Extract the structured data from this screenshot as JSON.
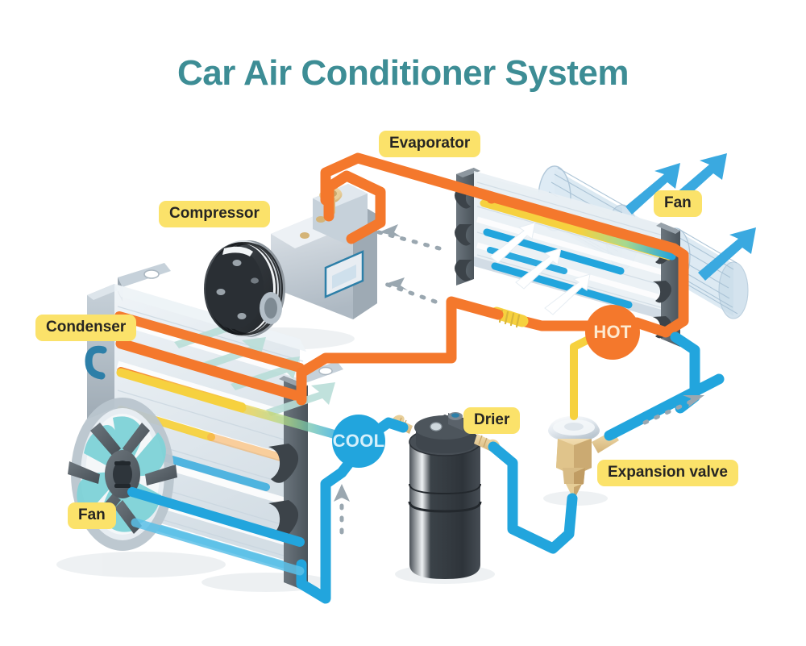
{
  "header": {
    "title": "Car Air Conditioner System",
    "title_color": "#3d8d95"
  },
  "labels": {
    "evaporator": "Evaporator",
    "compressor": "Compressor",
    "condenser": "Condenser",
    "fan_evaporator": "Fan",
    "fan_condenser": "Fan",
    "drier": "Drier",
    "expansion_valve": "Expansion valve"
  },
  "badges": {
    "hot": {
      "text": "HOT",
      "color": "#f4782c",
      "text_color": "#fde9cf"
    },
    "cool": {
      "text": "COOL",
      "color": "#22a5dd",
      "text_color": "#d6f0fb"
    }
  },
  "colors": {
    "background": "#ffffff",
    "label_fill": "#fbe26a",
    "label_text": "#262523",
    "hot_pipe": "#f4782c",
    "warm_pipe": "#f6d13f",
    "cool_pipe": "#22a5dd",
    "flow_arrow": "#8e9aa3",
    "air_arrow_blue": "#3aa9e0",
    "air_arrow_white": "#ffffff",
    "fan_blade_teal": "#7fd3d8",
    "metal_light": "#e3e9ee",
    "metal_mid": "#b8c3cc",
    "metal_dark": "#5c666e",
    "brass": "#e8cf9a",
    "drier_body": "#3a4046"
  },
  "components": [
    {
      "name": "compressor",
      "label": "Compressor",
      "description": "belt-driven pulley compressor, hot gas outlet"
    },
    {
      "name": "condenser",
      "label": "Condenser",
      "description": "finned radiator core with cooling fan"
    },
    {
      "name": "condenser-fan",
      "label": "Fan",
      "description": "axial fan with teal blades"
    },
    {
      "name": "drier",
      "label": "Drier",
      "description": "receiver drier cylinder"
    },
    {
      "name": "expansion-valve",
      "label": "Expansion valve",
      "description": "thermal expansion valve with dome"
    },
    {
      "name": "evaporator",
      "label": "Evaporator",
      "description": "finned evaporator core in cabin duct"
    },
    {
      "name": "evaporator-fan",
      "label": "Fan",
      "description": "squirrel-cage blower"
    }
  ],
  "flow": {
    "hot_side_label": "HOT",
    "cool_side_label": "COOL",
    "direction_note": "refrigerant circulates compressor → condenser → drier → expansion valve → evaporator"
  }
}
